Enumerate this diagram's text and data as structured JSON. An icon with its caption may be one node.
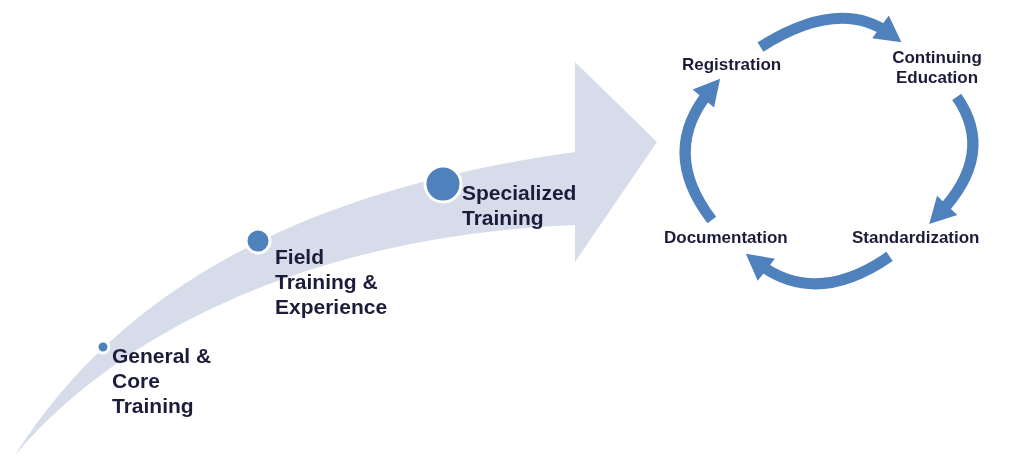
{
  "diagram": {
    "nodes": [
      {
        "text": [
          "General & Core Training"
        ]
      },
      {
        "text": [
          "Field Training & Experience"
        ]
      },
      {
        "text": [
          "Specialized Training"
        ]
      },
      {
        "text": [
          "Registration"
        ]
      },
      {
        "text": [
          "Continuing Education"
        ]
      },
      {
        "text": [
          "Standardization"
        ]
      },
      {
        "text": [
          "Documentation"
        ]
      }
    ],
    "edges": [
      {
        "from": 3,
        "to": 4,
        "arrow": "to"
      },
      {
        "from": 4,
        "to": 5,
        "arrow": "to"
      },
      {
        "from": 5,
        "to": 6,
        "arrow": "to"
      },
      {
        "from": 6,
        "to": 3,
        "arrow": "to"
      }
    ]
  }
}
